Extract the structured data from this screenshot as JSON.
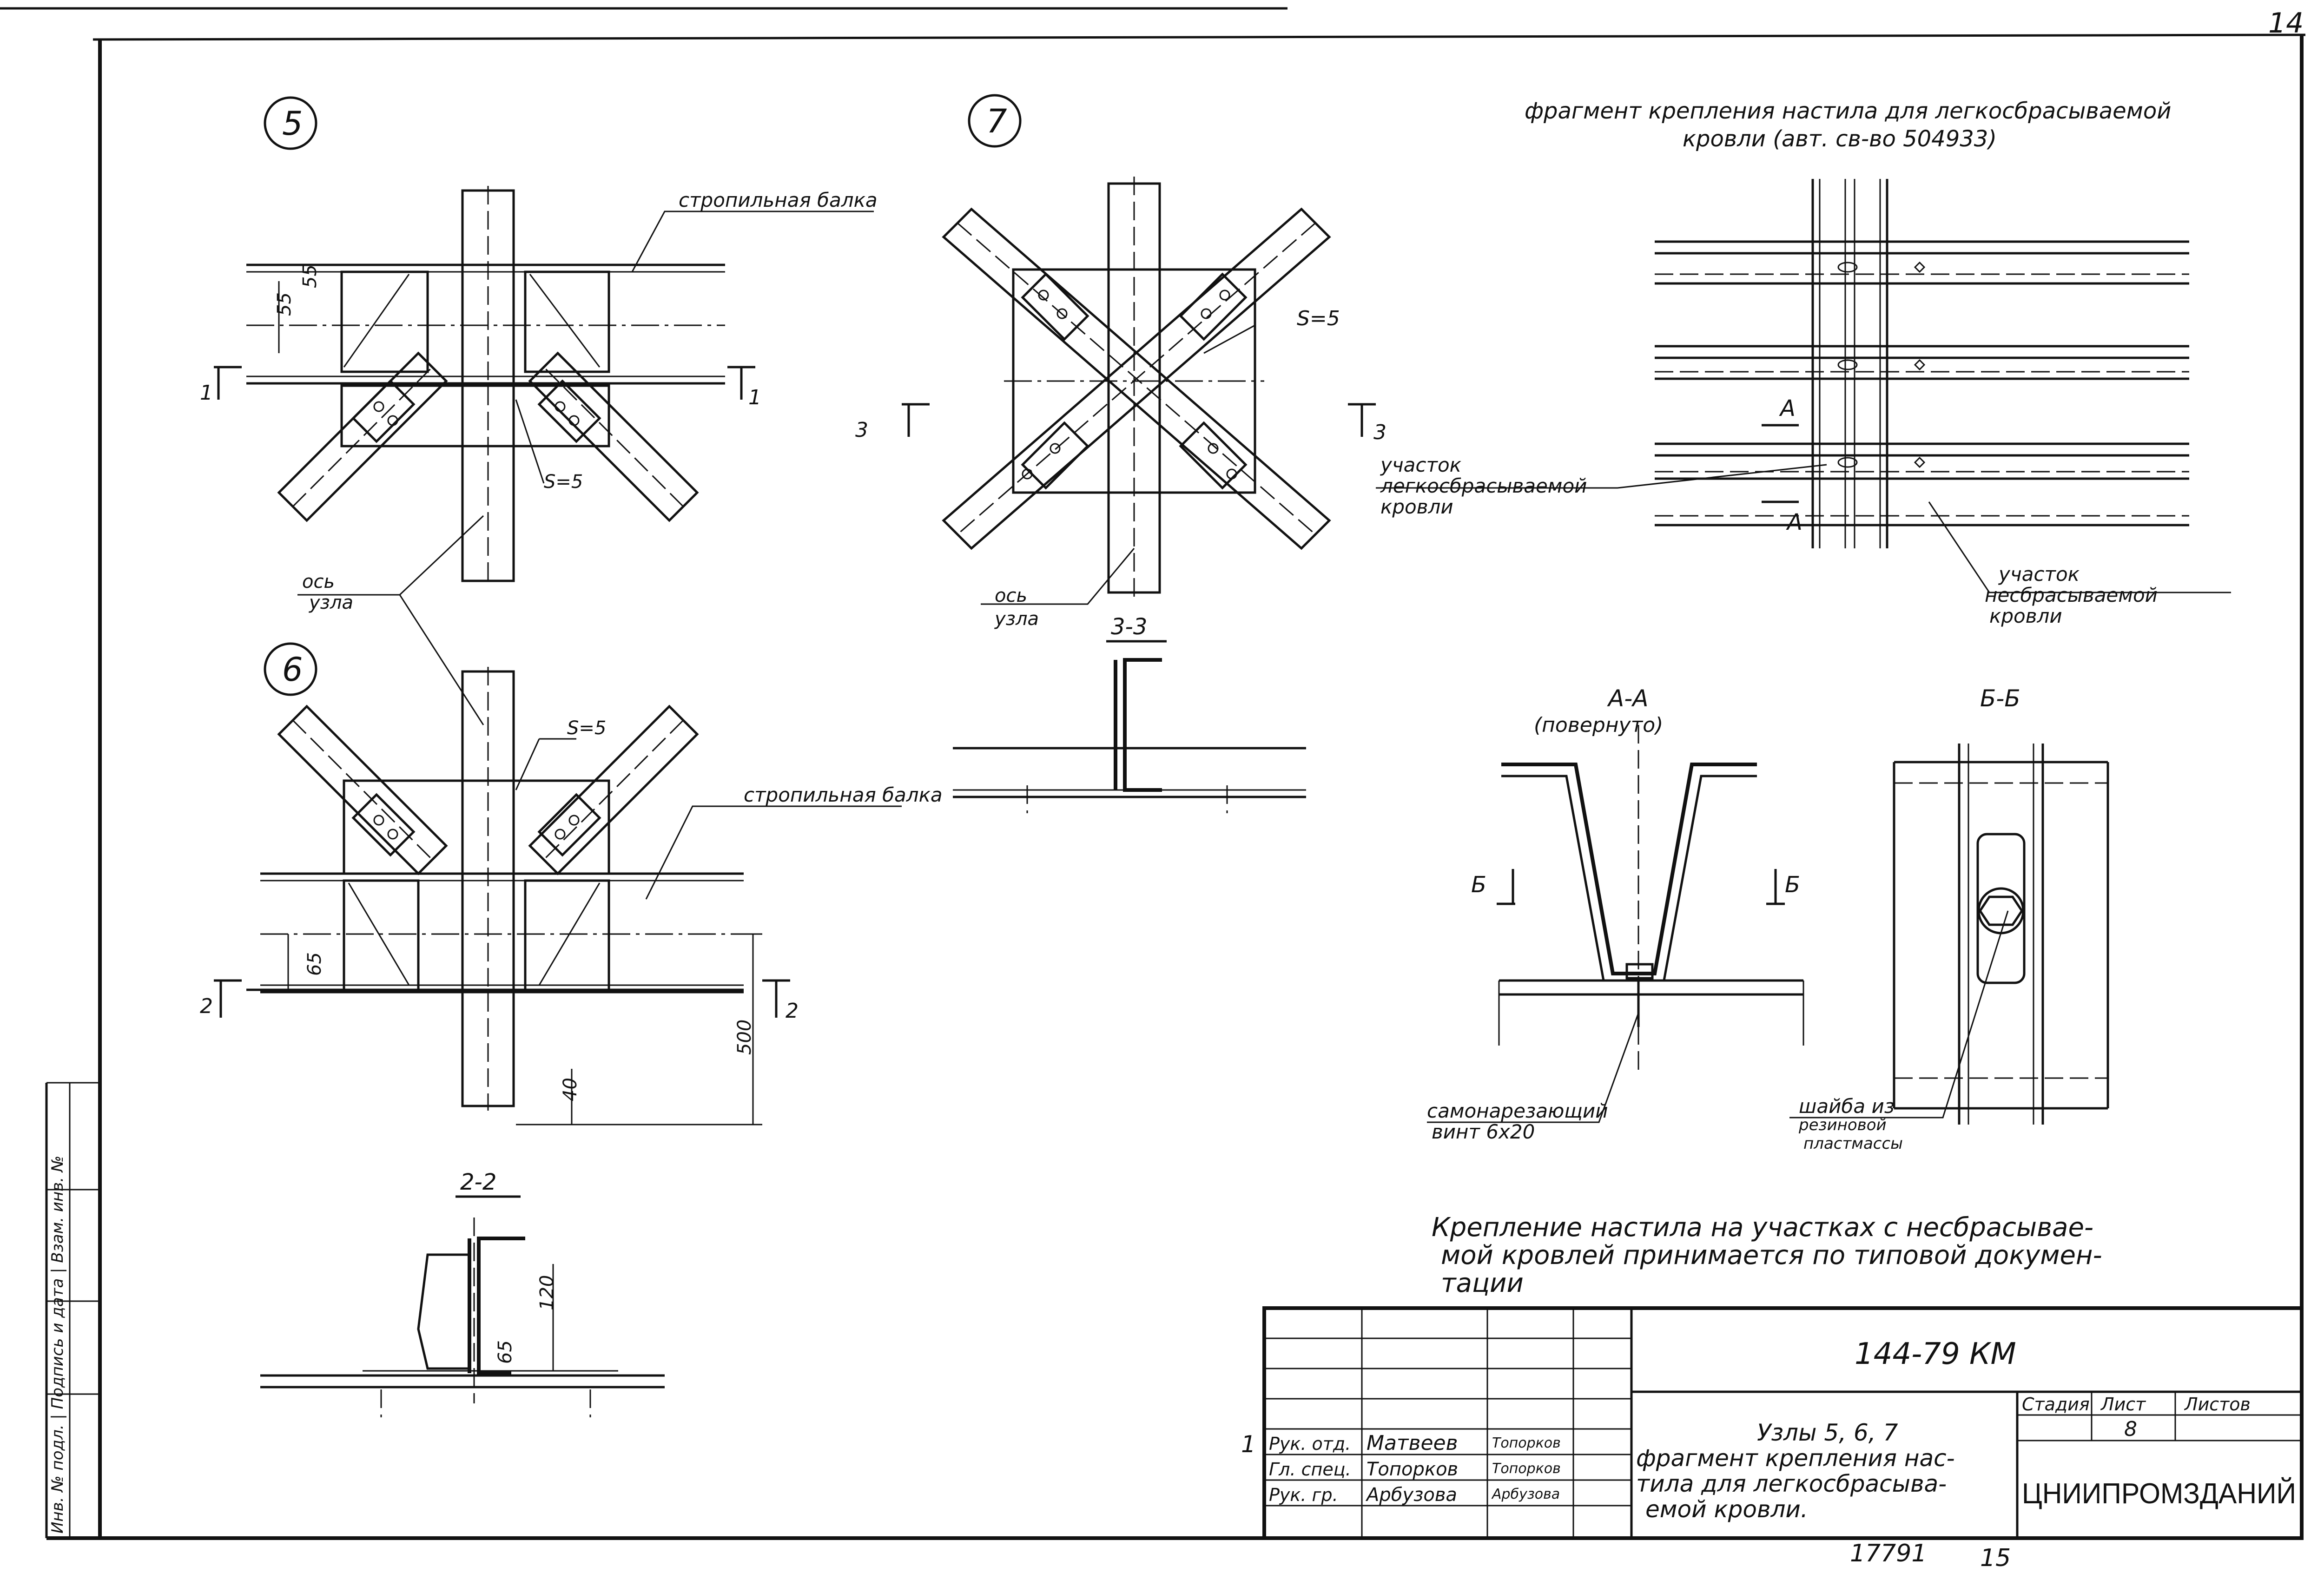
{
  "sheet_number": "14",
  "side_strip": "Инв. № подл. | Подпись и дата | Взам. инв. №",
  "node5": {
    "marker": "5",
    "rafter_label": "стропильная балка",
    "dim1": "55",
    "dim2": "55",
    "plate": "S=5",
    "cut_left": "1",
    "cut_right": "1"
  },
  "node6": {
    "marker": "6",
    "rafter_label": "стропильная балка",
    "dim1": "65",
    "plate": "S=5",
    "cut_left": "2",
    "cut_right": "2",
    "dim_500": "500",
    "dim_40": "40"
  },
  "node7": {
    "marker": "7",
    "plate": "S=5",
    "cut_left": "3",
    "cut_right": "3"
  },
  "axis_label_1": "ось",
  "axis_label_1b": "узла",
  "axis_label_2": "ось",
  "axis_label_2b": "узла",
  "section_22": {
    "title": "2-2",
    "dim_120": "120",
    "dim_65": "65"
  },
  "section_33": {
    "title": "3-3"
  },
  "fragment": {
    "title_line1": "фрагмент крепления настила для легкосбрасываемой",
    "title_line2": "кровли (авт. св-во 504933)",
    "label_light": [
      "участок",
      "легкосбрасываемой",
      "кровли"
    ],
    "label_fixed": [
      "участок",
      "несбрасываемой",
      "кровли"
    ],
    "arrow_A": "А"
  },
  "section_AA": {
    "title": "А-А",
    "subtitle": "(повернуто)",
    "cut_b_left": "Б",
    "cut_b_right": "Б",
    "screw": [
      "самонарезающий",
      "винт 6х20"
    ],
    "washer": [
      "шайба из",
      "резиновой",
      "пластмассы"
    ]
  },
  "section_BB": {
    "title": "Б-Б"
  },
  "note": [
    "Крепление настила на участках с несбрасывае-",
    "мой кровлей принимается по типовой докумен-",
    "тации"
  ],
  "title_block": {
    "doc_code": "144-79 КМ",
    "change_mark": "1",
    "roles": [
      "Рук. отд.",
      "Гл. спец.",
      "Рук. гр."
    ],
    "names": [
      "Матвеев",
      "Топорков",
      "Арбузова"
    ],
    "signatures": [
      "Топорков",
      "Топорков",
      "Арбузова"
    ],
    "description": [
      "Узлы 5, 6, 7",
      "фрагмент крепления нас-",
      "тила для легкосбрасыва-",
      "емой кровли."
    ],
    "stage_label": "Стадия",
    "sheet_label": "Лист",
    "sheets_label": "Листов",
    "sheet_value": "8",
    "organization": "ЦНИИПРОМЗДАНИЙ"
  },
  "footer": {
    "inv": "17791",
    "page": "15"
  }
}
